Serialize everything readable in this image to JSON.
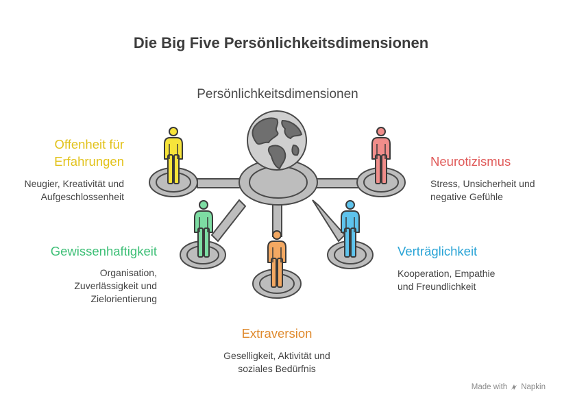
{
  "title": "Die Big Five Persönlichkeitsdimensionen",
  "center": {
    "label": "Persönlichkeitsdimensionen",
    "icon": "globe-icon"
  },
  "dimensions": [
    {
      "key": "offenheit",
      "title_lines": [
        "Offenheit für",
        "Erfahrungen"
      ],
      "desc_lines": [
        "Neugier, Kreativität und",
        "Aufgeschlossenheit"
      ],
      "color": "#e2c21a",
      "fill": "#f7e43a"
    },
    {
      "key": "neurotizismus",
      "title_lines": [
        "Neurotizismus"
      ],
      "desc_lines": [
        "Stress, Unsicherheit und",
        "negative Gefühle"
      ],
      "color": "#e05a59",
      "fill": "#f08d8a"
    },
    {
      "key": "gewissenhaftigkeit",
      "title_lines": [
        "Gewissenhaftigkeit"
      ],
      "desc_lines": [
        "Organisation,",
        "Zuverlässigkeit und",
        "Zielorientierung"
      ],
      "color": "#3dbf76",
      "fill": "#7ddda3"
    },
    {
      "key": "vertraeglichkeit",
      "title_lines": [
        "Verträglichkeit"
      ],
      "desc_lines": [
        "Kooperation, Empathie",
        "und Freundlichkeit"
      ],
      "color": "#2aa4d6",
      "fill": "#5ec3ec"
    },
    {
      "key": "extraversion",
      "title_lines": [
        "Extraversion"
      ],
      "desc_lines": [
        "Geselligkeit, Aktivität und",
        "soziales Bedürfnis"
      ],
      "color": "#df8a2e",
      "fill": "#f3a862"
    }
  ],
  "footer": {
    "made_with": "Made with",
    "brand": "Napkin",
    "icon": "napkin-logo-icon"
  }
}
